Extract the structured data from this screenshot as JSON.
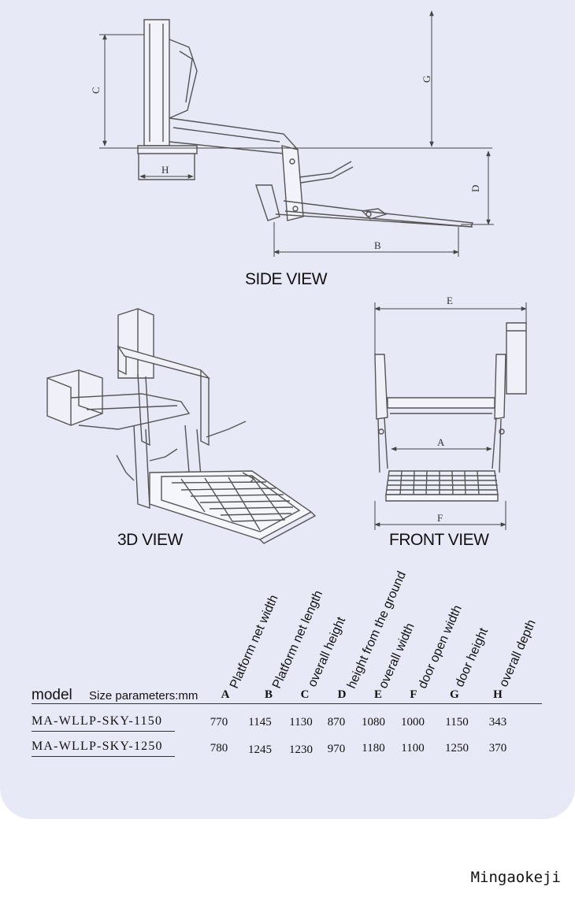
{
  "views": {
    "side": "SIDE VIEW",
    "three_d": "3D VIEW",
    "front": "FRONT VIEW"
  },
  "dimension_letters": {
    "a": "A",
    "b": "B",
    "c": "C",
    "d": "D",
    "e": "E",
    "f": "F",
    "g": "G",
    "h": "H"
  },
  "table": {
    "model_header": "model",
    "size_header": "Size parameters:mm",
    "columns": [
      {
        "letter": "A",
        "label": "Platform net width"
      },
      {
        "letter": "B",
        "label": "Platform net length"
      },
      {
        "letter": "C",
        "label": "overall height"
      },
      {
        "letter": "D",
        "label": "height from the ground"
      },
      {
        "letter": "E",
        "label": "overall width"
      },
      {
        "letter": "F",
        "label": "door open width"
      },
      {
        "letter": "G",
        "label": "door height"
      },
      {
        "letter": "H",
        "label": "overall depth"
      }
    ],
    "rows": [
      {
        "model": "MA-WLLP-SKY-1150",
        "values": [
          "770",
          "1145",
          "1130",
          "870",
          "1080",
          "1000",
          "1150",
          "343"
        ]
      },
      {
        "model": "MA-WLLP-SKY-1250",
        "values": [
          "780",
          "1245",
          "1230",
          "970",
          "1180",
          "1100",
          "1250",
          "370"
        ]
      }
    ]
  },
  "brand": "Mingaokeji"
}
